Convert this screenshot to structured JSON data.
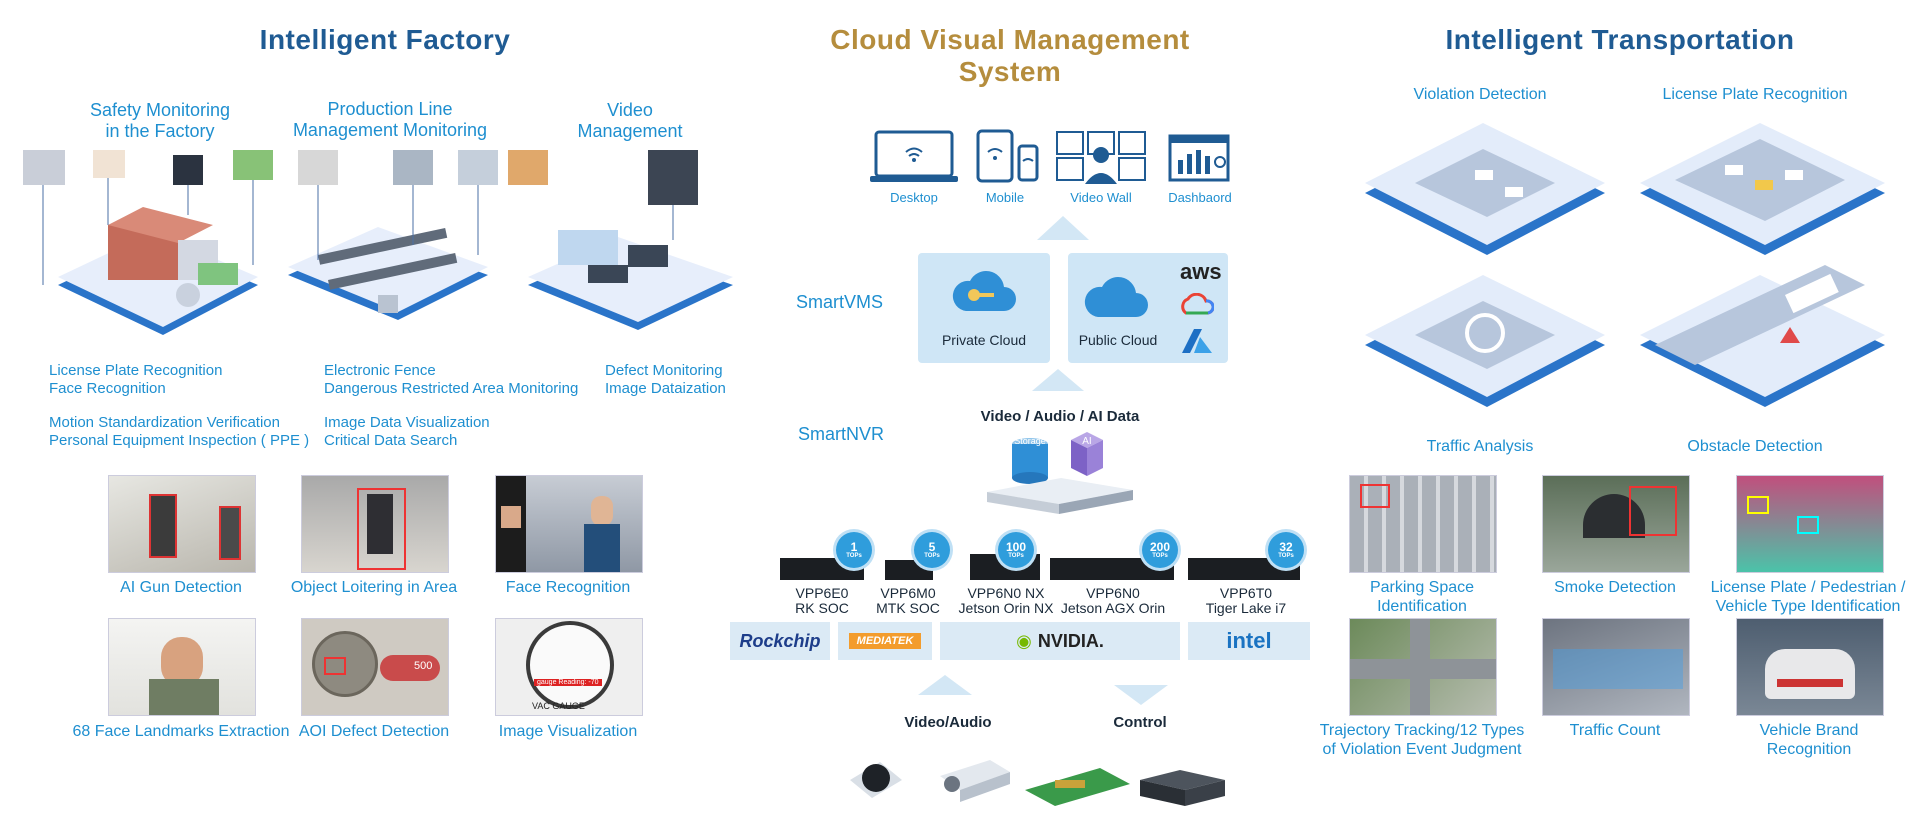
{
  "factory": {
    "title": "Intelligent Factory",
    "sections": {
      "safety": "Safety Monitoring\nin the Factory",
      "production": "Production Line\nManagement Monitoring",
      "video": "Video\nManagement"
    },
    "features": {
      "col1": [
        "License Plate Recognition",
        "Face Recognition",
        "Motion Standardization Verification",
        "Personal Equipment Inspection ( PPE )"
      ],
      "col2": [
        "Electronic Fence",
        "Dangerous Restricted Area Monitoring",
        "Image Data Visualization",
        "Critical Data Search"
      ],
      "col3": [
        "Defect Monitoring",
        "Image Dataization"
      ]
    },
    "examples": [
      "AI Gun Detection",
      "Object Loitering in Area",
      "Face Recognition",
      "68 Face Landmarks Extraction",
      "AOI Defect Detection",
      "Image Visualization"
    ],
    "photo_text": {
      "gauge_reading": "gauge Reading: -70",
      "vac_gauge": "VAC GAUGE",
      "pill": "500"
    }
  },
  "cloud": {
    "title": "Cloud Visual Management System",
    "clients": [
      "Desktop",
      "Mobile",
      "Video Wall",
      "Dashbaord"
    ],
    "smartvms": "SmartVMS",
    "smartnvr": "SmartNVR",
    "private_cloud": "Private Cloud",
    "public_cloud": "Public Cloud",
    "aws": "aws",
    "data_label": "Video / Audio / AI Data",
    "storage": "Storage",
    "ai": "AI",
    "devices": [
      {
        "model": "VPP6E0",
        "chip": "RK SOC",
        "tops": "1"
      },
      {
        "model": "VPP6M0",
        "chip": "MTK SOC",
        "tops": "5"
      },
      {
        "model": "VPP6N0 NX",
        "chip": "Jetson Orin NX",
        "tops": "100"
      },
      {
        "model": "VPP6N0",
        "chip": "Jetson AGX Orin",
        "tops": "200"
      },
      {
        "model": "VPP6T0",
        "chip": "Tiger Lake i7",
        "tops": "32"
      }
    ],
    "tops_unit": "TOPs",
    "vendors": [
      "Rockchip",
      "MEDIATEK",
      "NVIDIA.",
      "intel"
    ],
    "bottom": {
      "video_audio": "Video/Audio",
      "control": "Control"
    },
    "colors": {
      "cloud_box": "#cfe6f6",
      "accent": "#2f9ddc",
      "vendor_bar": "#cde6f4"
    }
  },
  "transport": {
    "title": "Intelligent Transportation",
    "scenes": [
      "Violation Detection",
      "License Plate Recognition",
      "Traffic Analysis",
      "Obstacle Detection"
    ],
    "examples": [
      "Parking Space\nIdentification",
      "Smoke Detection",
      "License Plate / Pedestrian /\nVehicle Type Identification",
      "Trajectory Tracking/12 Types\nof Violation Event Judgment",
      "Traffic Count",
      "Vehicle Brand\nRecognition"
    ]
  }
}
